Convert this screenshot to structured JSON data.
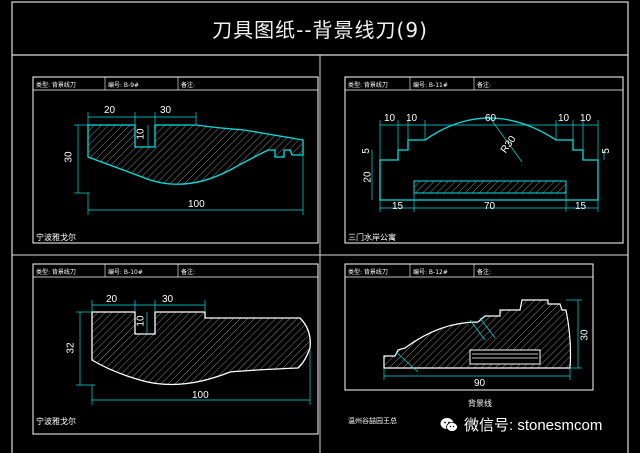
{
  "title": "刀具图纸--背景线刀(9)",
  "watermark": {
    "text": "微信号: stonesmcom",
    "icon": "wechat-icon"
  },
  "colors": {
    "outline": "#ffffff",
    "profile": "#00e0e0",
    "hatch": "#b0b0b0",
    "dims": "#00e0e0",
    "bg": "#000000"
  },
  "panels": [
    {
      "header": {
        "category": "类型: 背景线刀",
        "code": "编号: B-9#",
        "remark": "备注:"
      },
      "dims": [
        "20",
        "30",
        "10",
        "30",
        "100"
      ],
      "caption": "宁波雅戈尔"
    },
    {
      "header": {
        "category": "类型: 背景线刀",
        "code": "编号: B-11#",
        "remark": "备注:"
      },
      "dims": [
        "10",
        "10",
        "60",
        "10",
        "10",
        "5",
        "R30",
        "20",
        "5",
        "15",
        "70",
        "15"
      ],
      "caption": "三门水岸公寓"
    },
    {
      "header": {
        "category": "类型: 背景线刀",
        "code": "编号: B-10#",
        "remark": "备注:"
      },
      "dims": [
        "20",
        "30",
        "10",
        "32",
        "100"
      ],
      "caption": "宁波雅戈尔"
    },
    {
      "header": {
        "category": "类型: 背景线刀",
        "code": "编号: B-12#",
        "remark": "备注:"
      },
      "dims": [
        "30",
        "90"
      ],
      "caption": "背景线",
      "subcaption": "温州谷喆园王总"
    }
  ]
}
